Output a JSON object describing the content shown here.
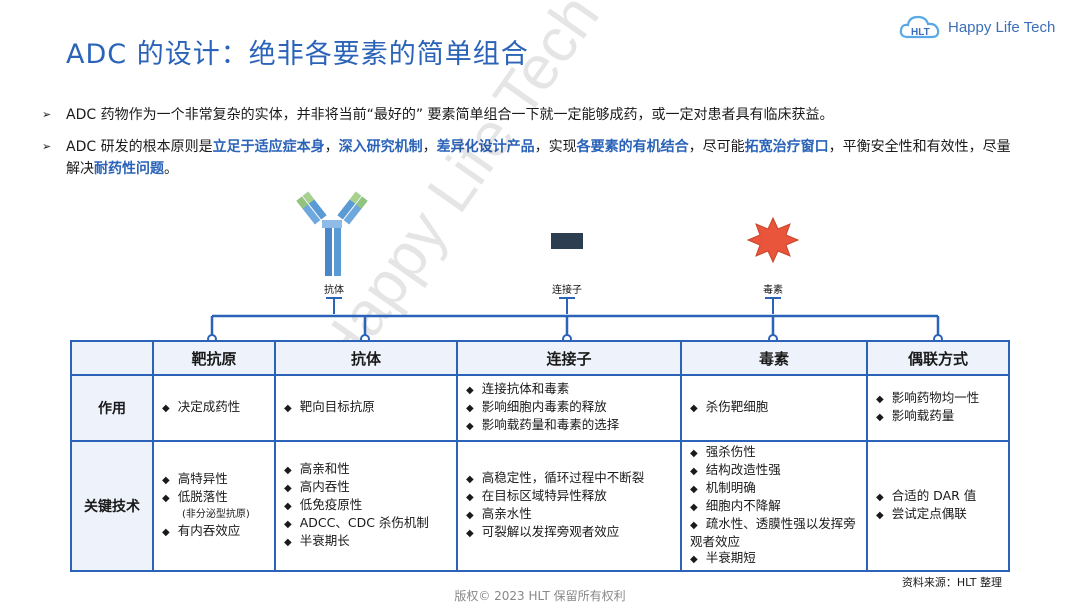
{
  "title": "ADC 的设计：绝非各要素的简单组合",
  "logo": {
    "text": "Happy Life Tech",
    "icon": "cloud-hlt-icon",
    "color": "#3b6fb8"
  },
  "bullets": [
    {
      "segments": [
        {
          "text": "ADC 药物作为一个非常复杂的实体，并非将当前“最好的” 要素简单组合一下就一定能够成药，或一定对患者具有临床获益。",
          "hl": false
        }
      ]
    },
    {
      "segments": [
        {
          "text": "ADC 研发的根本原则是",
          "hl": false
        },
        {
          "text": "立足于适应症本身",
          "hl": true
        },
        {
          "text": "，",
          "hl": false
        },
        {
          "text": "深入研究机制",
          "hl": true
        },
        {
          "text": "，",
          "hl": false
        },
        {
          "text": "差异化设计产品",
          "hl": true
        },
        {
          "text": "，实现",
          "hl": false
        },
        {
          "text": "各要素的有机结合",
          "hl": true
        },
        {
          "text": "，尽可能",
          "hl": false
        },
        {
          "text": "拓宽治疗窗口",
          "hl": true
        },
        {
          "text": "，平衡安全性和有效性，尽量解决",
          "hl": false
        },
        {
          "text": "耐药性问题",
          "hl": true
        },
        {
          "text": "。",
          "hl": false
        }
      ]
    }
  ],
  "components": {
    "antibody": "抗体",
    "linker": "连接子",
    "toxin": "毒素"
  },
  "watermark": "Happy Life Tech",
  "table": {
    "headers": [
      "",
      "靶抗原",
      "抗体",
      "连接子",
      "毒素",
      "偶联方式"
    ],
    "rows": [
      {
        "label": "作用",
        "cells": [
          [
            "决定成药性"
          ],
          [
            "靶向目标抗原"
          ],
          [
            "连接抗体和毒素",
            "影响细胞内毒素的释放",
            "影响载药量和毒素的选择"
          ],
          [
            "杀伤靶细胞"
          ],
          [
            "影响药物均一性",
            "影响载药量"
          ]
        ]
      },
      {
        "label": "关键技术",
        "cells": [
          [
            "高特异性",
            "低脱落性",
            "有内吞效应"
          ],
          [
            "高亲和性",
            "高内吞性",
            "低免疫原性",
            "ADCC、CDC 杀伤机制",
            "半衰期长"
          ],
          [
            "高稳定性，循环过程中不断裂",
            "在目标区域特异性释放",
            "高亲水性",
            "可裂解以发挥旁观者效应"
          ],
          [
            "强杀伤性",
            "结构改造性强",
            "机制明确",
            "细胞内不降解",
            "疏水性、透膜性强以发挥旁观者效应",
            "半衰期短"
          ],
          [
            "合适的 DAR 值",
            "尝试定点偶联"
          ]
        ]
      }
    ],
    "sub_note": "(非分泌型抗原)"
  },
  "source": "资料来源：HLT 整理",
  "footer": "版权© 2023 HLT 保留所有权利",
  "colors": {
    "accent": "#2a63b8",
    "header_bg": "#eef3fb",
    "linker": "#2d3e50",
    "toxin": "#e8553a"
  }
}
